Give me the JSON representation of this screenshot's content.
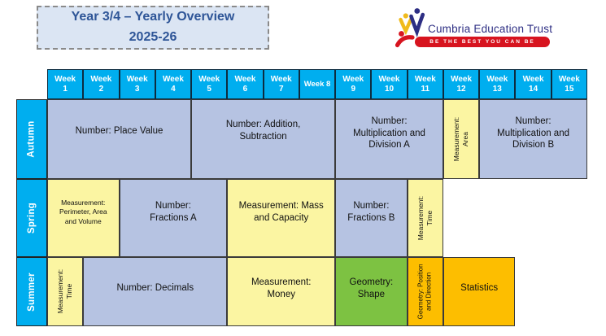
{
  "title": {
    "line1": "Year 3/4 – Yearly Overview",
    "line2": "2025-26"
  },
  "logo": {
    "org_name": "Cumbria Education Trust",
    "tagline": "BE THE BEST YOU CAN BE"
  },
  "palette": {
    "cyan": "#00aeef",
    "periwinkle": "#b6c3e2",
    "yellow": "#fbf5a2",
    "green": "#7dc242",
    "orange": "#fdbe00",
    "title_text": "#2e5597",
    "title_bg": "#dbe5f3",
    "logo_blue": "#2d2e83",
    "logo_red": "#d7141f",
    "logo_yellow": "#f0bb1c"
  },
  "table": {
    "header": [
      {
        "top": "Week",
        "num": "1"
      },
      {
        "top": "Week",
        "num": "2"
      },
      {
        "top": "Week",
        "num": "3"
      },
      {
        "top": "Week",
        "num": "4"
      },
      {
        "top": "Week",
        "num": "5"
      },
      {
        "top": "Week",
        "num": "6"
      },
      {
        "top": "Week",
        "num": "7"
      },
      {
        "top": "Week 8",
        "num": ""
      },
      {
        "top": "Week",
        "num": "9"
      },
      {
        "top": "Week",
        "num": "10"
      },
      {
        "top": "Week",
        "num": "11"
      },
      {
        "top": "Week",
        "num": "12"
      },
      {
        "top": "Week",
        "num": "13"
      },
      {
        "top": "Week",
        "num": "14"
      },
      {
        "top": "Week",
        "num": "15"
      }
    ],
    "rows": {
      "autumn": {
        "label": "Autumn",
        "cells": {
          "place_value": "Number: Place Value",
          "addition_subtraction": "Number: Addition, Subtraction",
          "mult_div_a": "Number: Multiplication and Division A",
          "measurement_area": {
            "line1": "Measurement:",
            "line2": "Area"
          },
          "mult_div_b": "Number: Multiplication and Division B"
        }
      },
      "spring": {
        "label": "Spring",
        "cells": {
          "perimeter_area_volume": "Measurement: Perimeter, Area and Volume",
          "fractions_a": "Number: Fractions A",
          "mass_capacity": "Measurement: Mass and Capacity",
          "fractions_b": "Number: Fractions B",
          "measurement_time": {
            "line1": "Measurement:",
            "line2": "Time"
          }
        }
      },
      "summer": {
        "label": "Summer",
        "cells": {
          "measurement_time": {
            "line1": "Measurement:",
            "line2": "Time"
          },
          "decimals": "Number: Decimals",
          "money": "Measurement: Money",
          "shape": "Geometry: Shape",
          "position_direction": {
            "line1": "Geometry: Position",
            "line2": "and Direction"
          },
          "statistics": "Statistics"
        }
      }
    }
  }
}
